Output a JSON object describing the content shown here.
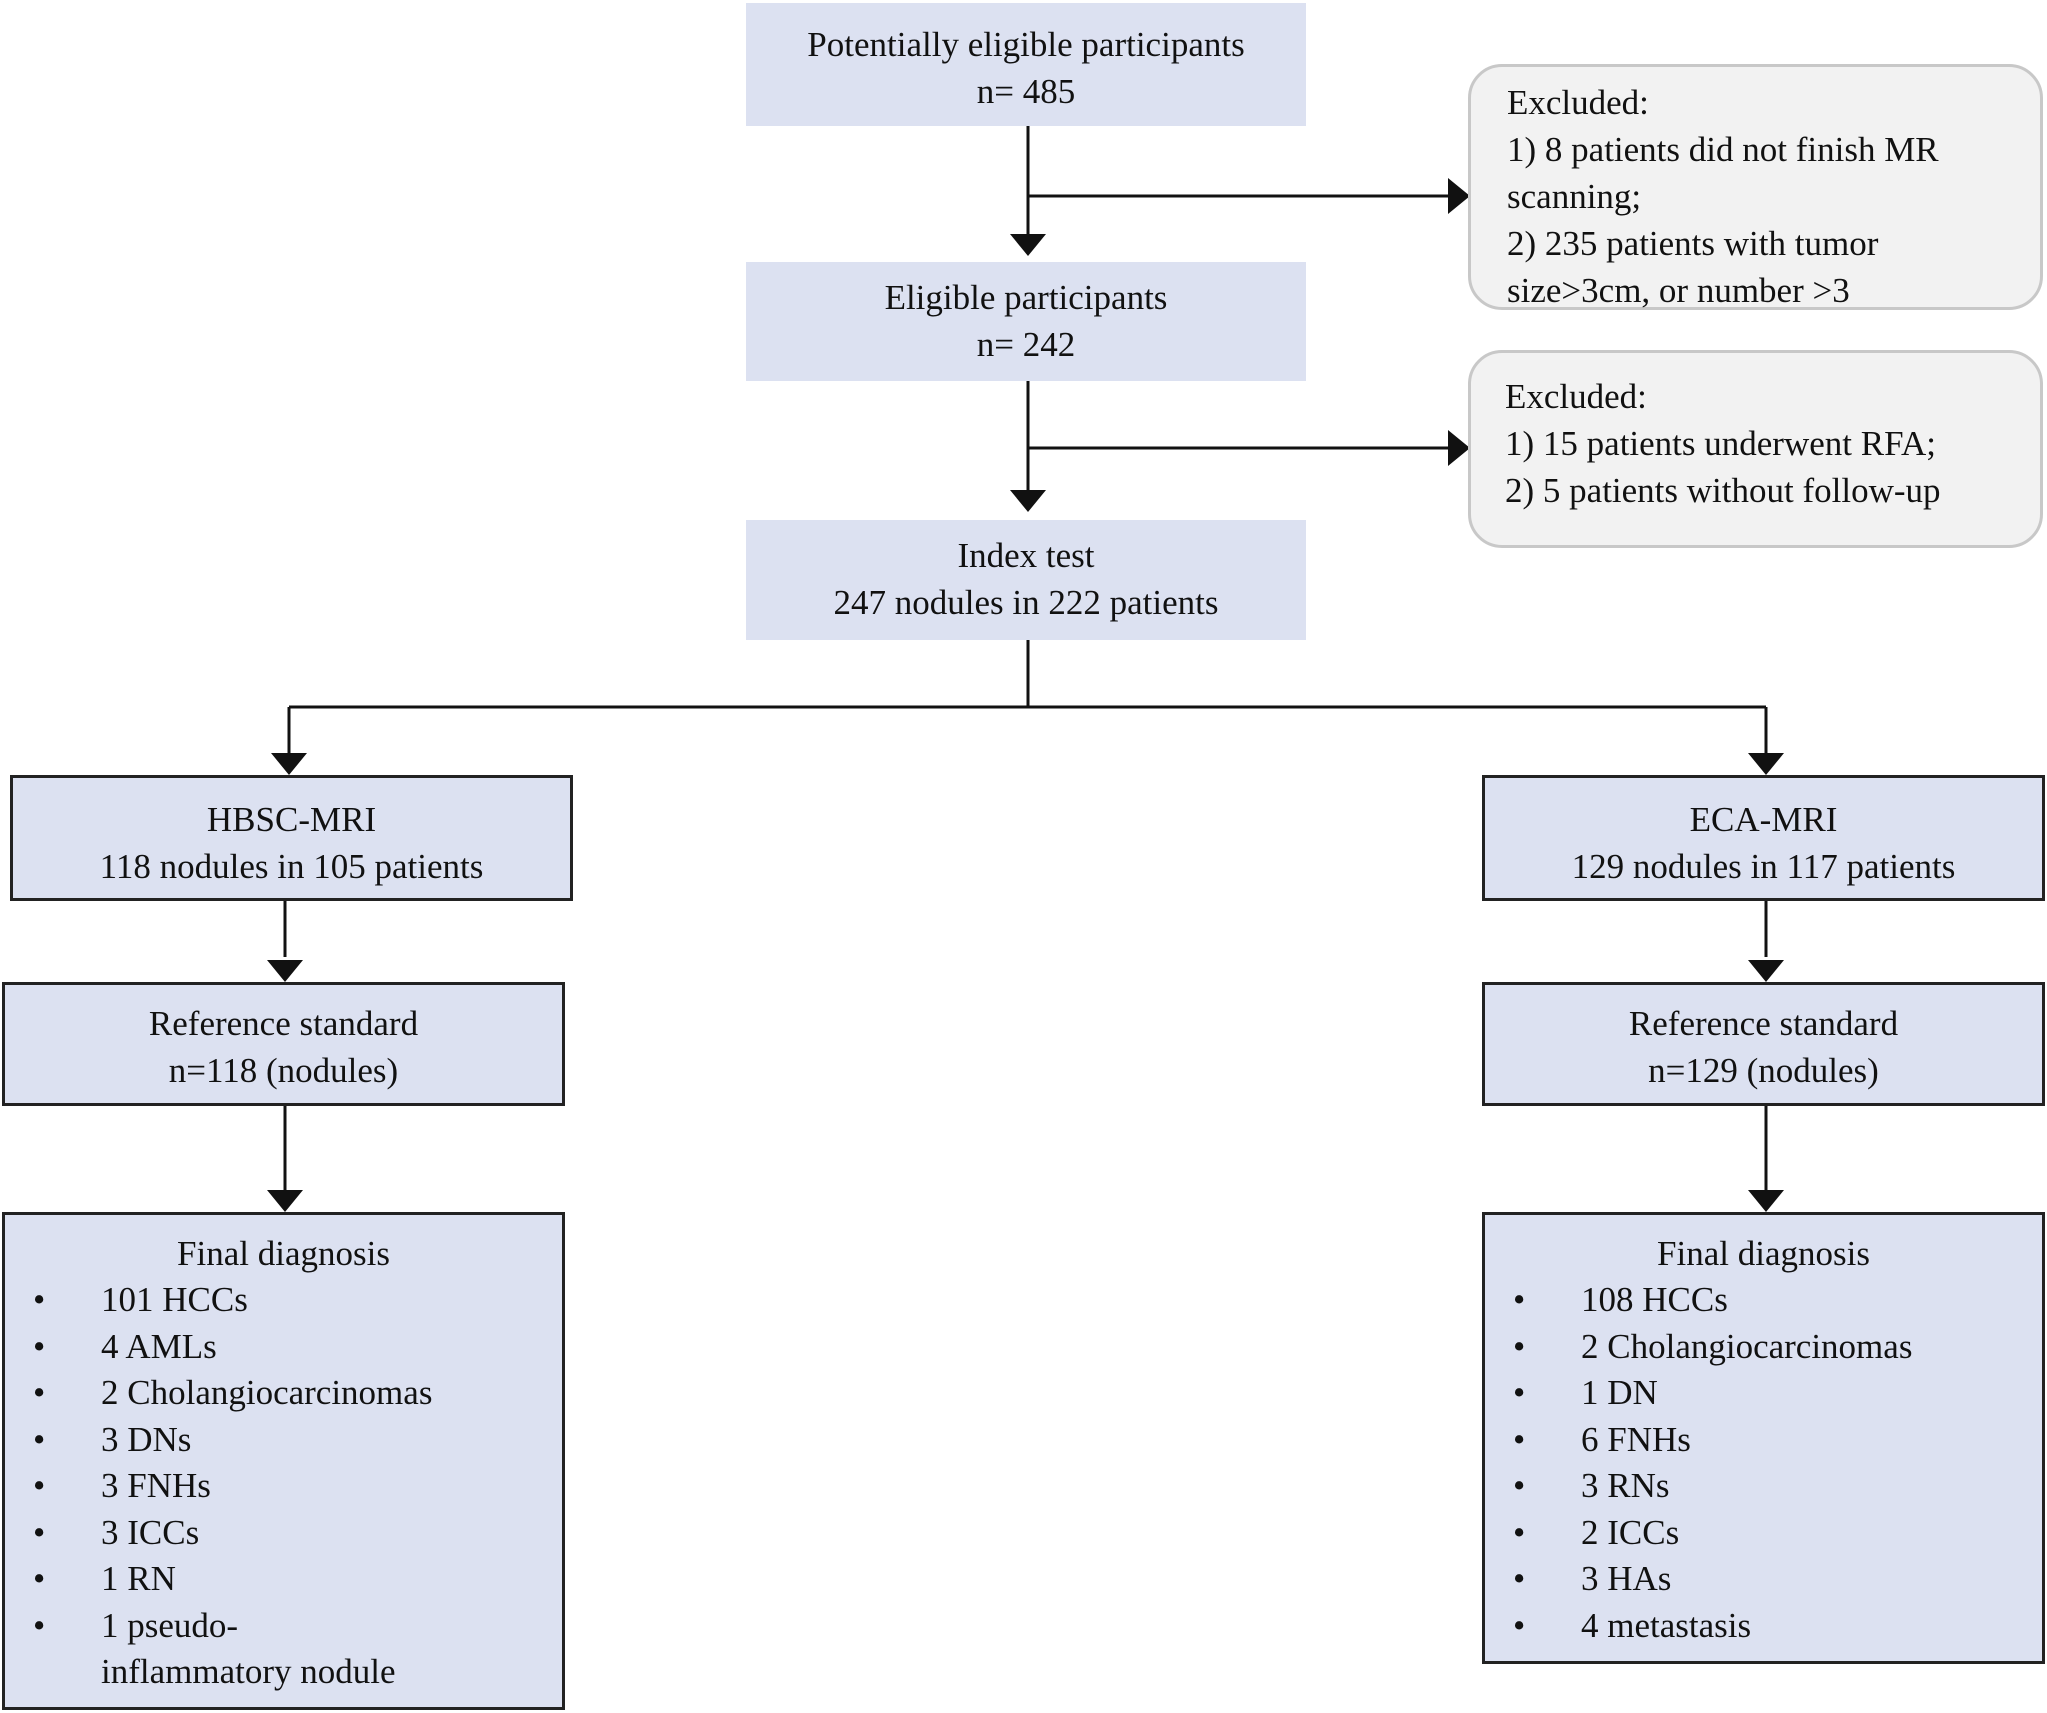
{
  "nodes": {
    "potential": {
      "title": "Potentially eligible participants",
      "detail": "n= 485"
    },
    "eligible": {
      "title": "Eligible participants",
      "detail": "n= 242"
    },
    "index": {
      "title": "Index test",
      "detail": "247 nodules in 222 patients"
    },
    "hbsc": {
      "title": "HBSC-MRI",
      "detail": "118 nodules in 105 patients"
    },
    "eca": {
      "title": "ECA-MRI",
      "detail": "129 nodules in 117 patients"
    },
    "ref_left": {
      "title": "Reference  standard",
      "detail": "n=118 (nodules)"
    },
    "ref_right": {
      "title": "Reference  standard",
      "detail": "n=129 (nodules)"
    }
  },
  "exclusions": [
    {
      "title": "Excluded:",
      "lines": [
        "1) 8 patients did not finish MR",
        "scanning;",
        "2) 235 patients with tumor",
        "size>3cm,  or number >3"
      ]
    },
    {
      "title": "Excluded:",
      "lines": [
        "1) 15 patients underwent  RFA;",
        "2) 5 patients without follow-up"
      ]
    }
  ],
  "final_left": {
    "title": "Final diagnosis",
    "items": [
      "101 HCCs",
      "4 AMLs",
      "2 Cholangiocarcinomas",
      "3 DNs",
      "3 FNHs",
      "3 ICCs",
      "1 RN",
      "1 pseudo-inflammatory nodule"
    ]
  },
  "final_right": {
    "title": "Final diagnosis",
    "items": [
      "108 HCCs",
      "2 Cholangiocarcinomas",
      "1 DN",
      "6 FNHs",
      "3 RNs",
      "2 ICCs",
      "3 HAs",
      "4 metastasis"
    ]
  }
}
